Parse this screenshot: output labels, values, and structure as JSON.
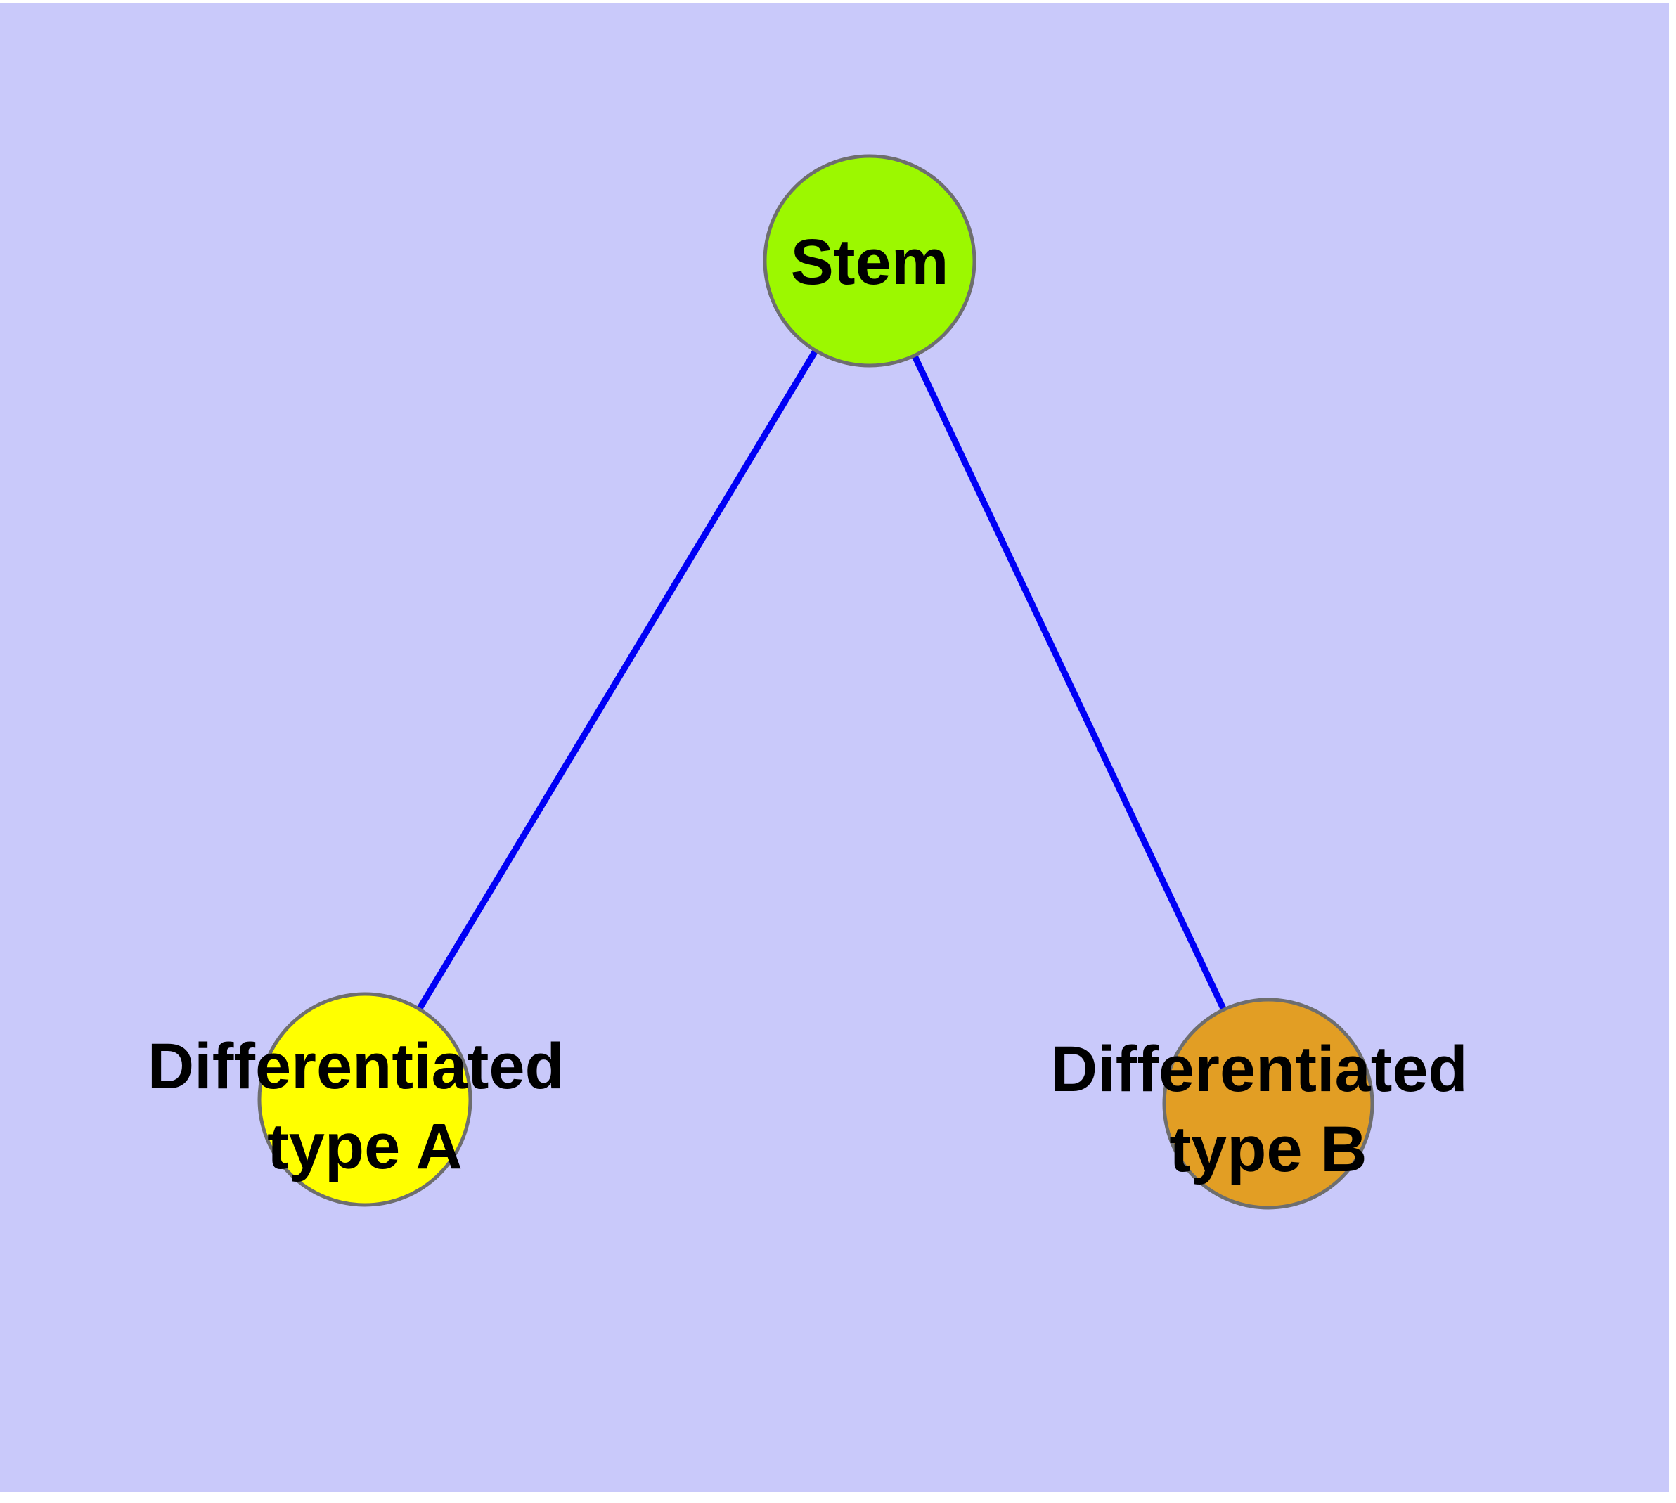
{
  "diagram": {
    "background_color": "#C9C9FA",
    "page_margin_color": "#FFFFFF",
    "edge_color": "#0000F5",
    "node_border_color": "#6E6E6E",
    "label_color": "#000000",
    "nodes": [
      {
        "id": "stem",
        "label_lines": [
          "Stem"
        ],
        "fill": "#9CF800"
      },
      {
        "id": "differentiated-type-a",
        "label_lines": [
          "Differentiated",
          "type A"
        ],
        "fill": "#FFFF00"
      },
      {
        "id": "differentiated-type-b",
        "label_lines": [
          "Differentiated",
          "type B"
        ],
        "fill": "#E29E24"
      }
    ],
    "edges": [
      {
        "from": "stem",
        "to": "differentiated-type-a"
      },
      {
        "from": "stem",
        "to": "differentiated-type-b"
      }
    ]
  }
}
